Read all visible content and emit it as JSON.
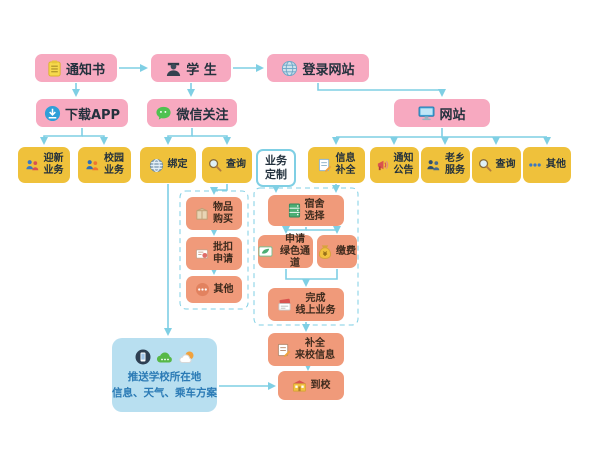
{
  "colors": {
    "pink_node": "#f7a9c0",
    "yellow_node": "#efc13b",
    "orange_node": "#f09a7a",
    "panel_blue": "#b8dff0",
    "panel_text": "#2a7ab5",
    "line": "#7fcfe4",
    "text_dark": "#23313d"
  },
  "nodes": {
    "notice": {
      "label": "通知书"
    },
    "student": {
      "label": "学 生"
    },
    "login_website": {
      "label": "登录网站"
    },
    "download_app": {
      "label": "下载APP"
    },
    "wechat_follow": {
      "label": "微信关注"
    },
    "website": {
      "label": "网站"
    },
    "welcome_service": {
      "label": "迎新\n业务"
    },
    "campus_service": {
      "label": "校园\n业务"
    },
    "bind": {
      "label": "绑定"
    },
    "query_wechat": {
      "label": "查询"
    },
    "service_customize": {
      "label": "业务\n定制"
    },
    "info_complete": {
      "label": "信息\n补全"
    },
    "announcement": {
      "label": "通知\n公告"
    },
    "fellow_service": {
      "label": "老乡\n服务"
    },
    "query_website": {
      "label": "查询"
    },
    "other_website": {
      "label": "其他"
    },
    "goods_purchase": {
      "label": "物品\n购买"
    },
    "batch_deduction": {
      "label": "批扣\n申请"
    },
    "other_wechat": {
      "label": "其他"
    },
    "dorm_select": {
      "label": "宿舍\n选择"
    },
    "green_channel": {
      "label": "申请\n绿色通道"
    },
    "pay_fee": {
      "label": "缴费"
    },
    "finish_online": {
      "label": "完成\n线上业务"
    },
    "fill_arrival_info": {
      "label": "补全\n来校信息"
    },
    "arrive_school": {
      "label": "到校"
    },
    "push_panel": {
      "label": "推送学校所在地\n信息、天气、乘车方案"
    }
  },
  "icons": {
    "document-icon": "yellow notepad",
    "graduate-icon": "student figure",
    "globe-icon": "web globe",
    "download-icon": "blue download circle",
    "wechat-icon": "green chat bubble",
    "monitor-icon": "computer display",
    "people-icon": "two persons",
    "search-icon": "magnifier",
    "form-edit-icon": "form with pencil",
    "megaphone-icon": "announcement horn",
    "ellipsis-icon": "three dots",
    "box-icon": "goods carton",
    "stamp-icon": "application with red seal",
    "locker-icon": "green dorm cabinet",
    "green-card-icon": "green channel card",
    "moneybag-icon": "money bag",
    "cards-icon": "finished documents",
    "school-icon": "school building",
    "phone-icon": "mobile phone badge",
    "cloud-icon": "green cloud",
    "weather-icon": "sun and cloud"
  }
}
